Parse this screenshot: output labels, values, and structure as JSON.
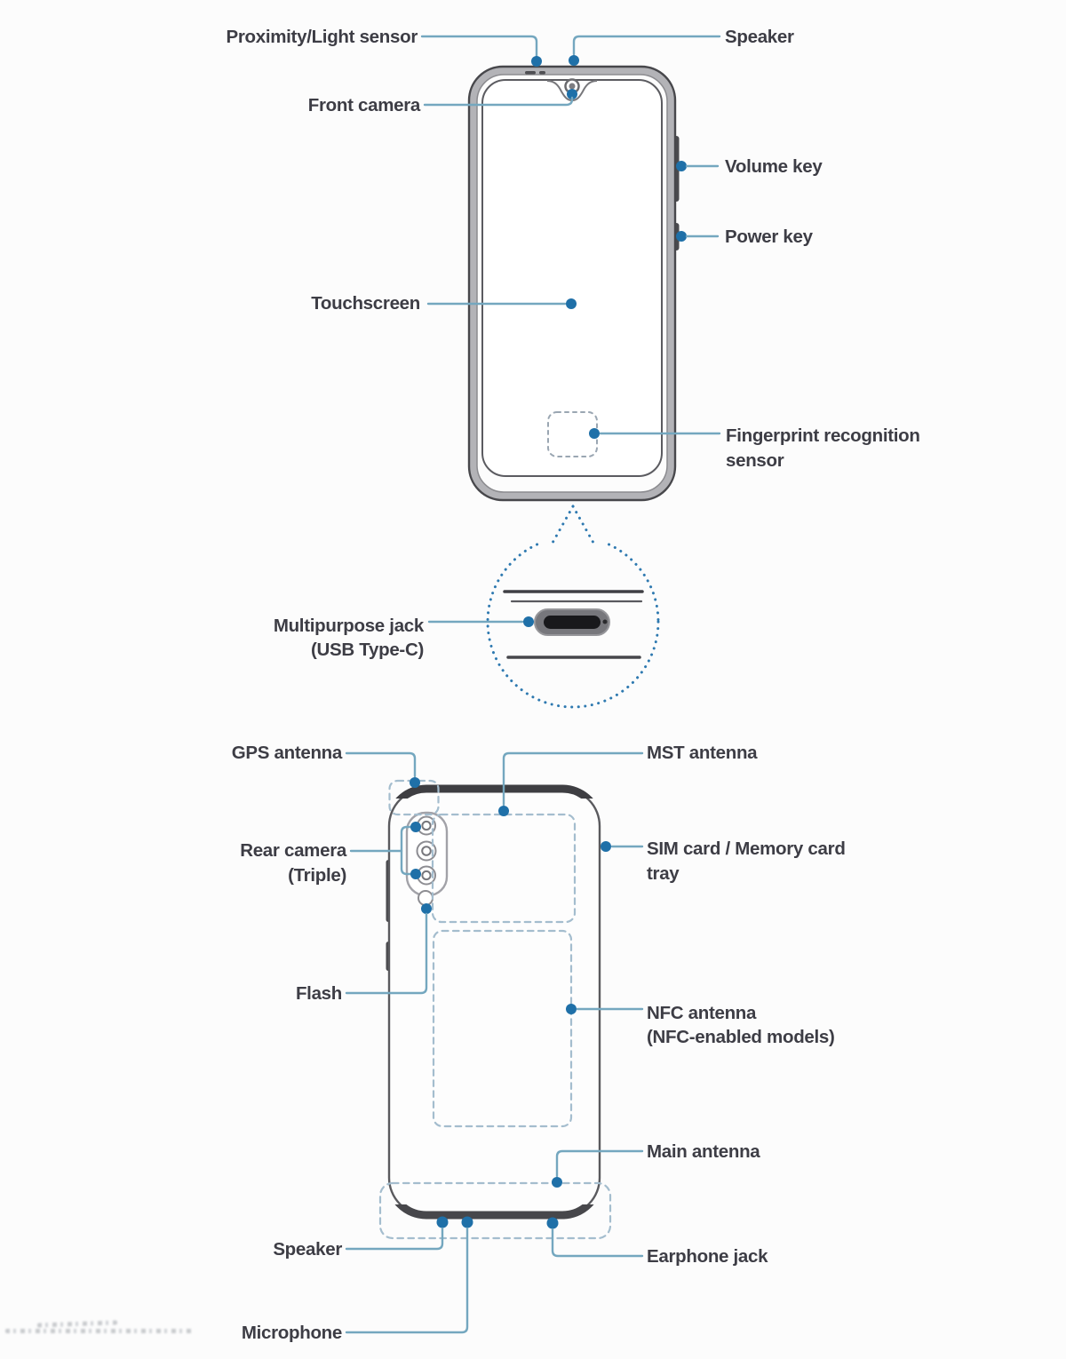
{
  "diagram": "smartphone-device-layout",
  "colors": {
    "callout_line": "#74a7bf",
    "callout_dot": "#1f70a8",
    "antenna_dash": "#a4bdce",
    "magnifier_dots": "#2e79b0",
    "phone_outline": "#4a4a4e",
    "label_text": "#3d3d45"
  },
  "front": {
    "labels": {
      "proximity_light_sensor": "Proximity/Light sensor",
      "speaker_top": "Speaker",
      "front_camera": "Front camera",
      "volume_key": "Volume key",
      "power_key": "Power key",
      "touchscreen": "Touchscreen",
      "fingerprint_sensor": [
        "Fingerprint recognition",
        "sensor"
      ],
      "multipurpose_jack": [
        "Multipurpose jack",
        "(USB Type-C)"
      ]
    }
  },
  "back": {
    "labels": {
      "gps_antenna": "GPS antenna",
      "mst_antenna": "MST antenna",
      "rear_camera": [
        "Rear camera",
        "(Triple)"
      ],
      "sim_tray": [
        "SIM card / Memory card",
        "tray"
      ],
      "flash": "Flash",
      "nfc_antenna": [
        "NFC antenna",
        "(NFC-enabled models)"
      ],
      "main_antenna": "Main antenna",
      "speaker_bottom": "Speaker",
      "microphone": "Microphone",
      "earphone_jack": "Earphone jack"
    }
  }
}
